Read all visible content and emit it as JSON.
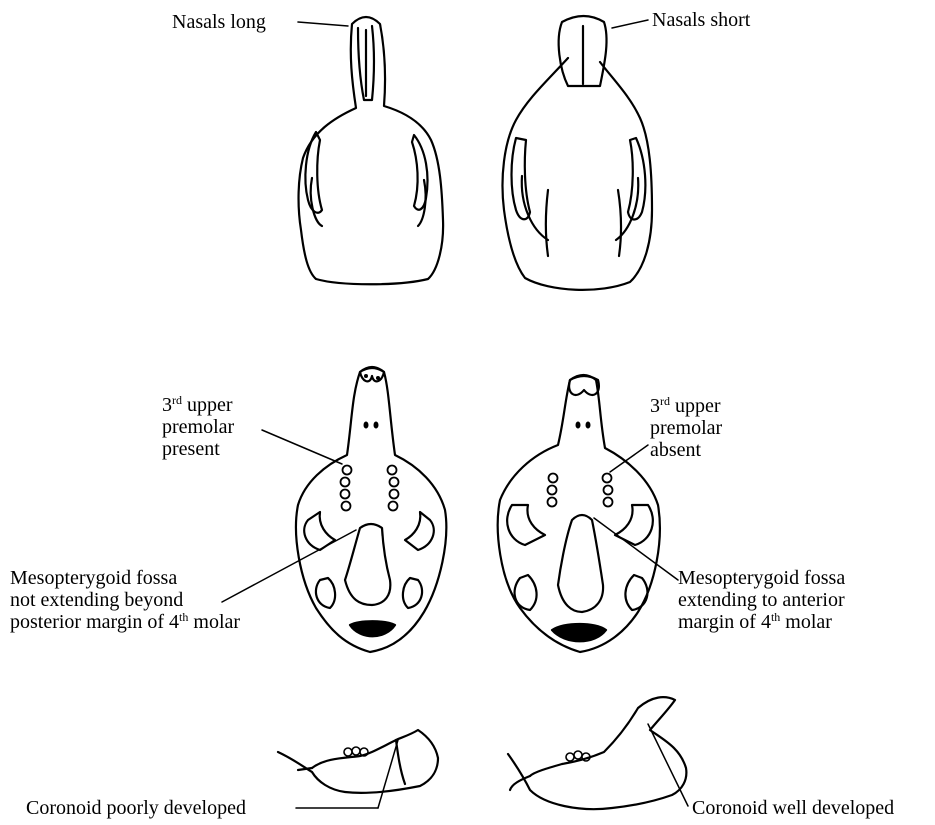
{
  "labels": {
    "nasals_long": "Nasals long",
    "nasals_short": "Nasals short",
    "premolar_present": {
      "num": "3",
      "sup": "rd",
      "line1_rest": " upper",
      "line2": "premolar",
      "line3": "present"
    },
    "premolar_absent": {
      "num": "3",
      "sup": "rd",
      "line1_rest": " upper",
      "line2": "premolar",
      "line3": "absent"
    },
    "fossa_left": {
      "line1": "Mesopterygoid fossa",
      "line2": "not extending beyond",
      "line3_pre": "posterior margin of 4",
      "line3_sup": "th",
      "line3_post": " molar"
    },
    "fossa_right": {
      "line1": "Mesopterygoid fossa",
      "line2": "extending to anterior",
      "line3_pre": "margin of 4",
      "line3_sup": "th",
      "line3_post": " molar"
    },
    "coronoid_poor": "Coronoid poorly developed",
    "coronoid_well": "Coronoid well developed"
  }
}
